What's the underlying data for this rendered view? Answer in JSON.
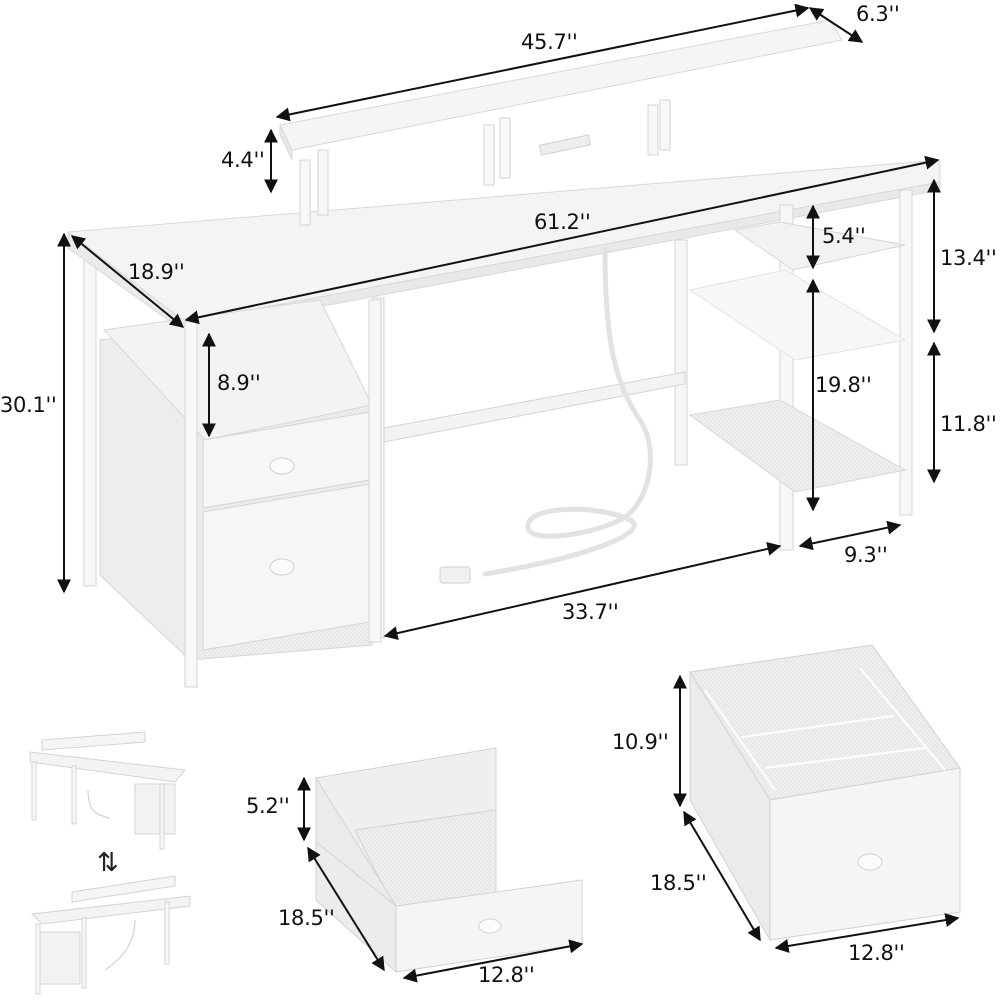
{
  "diagram": {
    "subject": "L-reversible computer desk with monitor stand, side shelves and fabric drawers",
    "colors": {
      "panel": "#f4f4f4",
      "panel_edge": "#dcdcdc",
      "frame": "#fafafa",
      "frame_edge": "#d0d0d0",
      "arrow": "#111111",
      "text": "#111111"
    },
    "desk_dimensions": {
      "monitor_stand_length": "45.7''",
      "monitor_stand_depth": "6.3''",
      "monitor_stand_height": "4.4''",
      "desk_length": "61.2''",
      "desk_depth": "18.9''",
      "desk_height": "30.1''",
      "drawer_shelf_clearance": "8.9''",
      "shelf_top_gap": "5.4''",
      "shelf_upper_section": "13.4''",
      "shelf_lower_span": "19.8''",
      "shelf_lower_section": "11.8''",
      "shelf_width": "9.3''",
      "legroom_width": "33.7''"
    },
    "small_drawer": {
      "height": "5.2''",
      "depth": "18.5''",
      "width": "12.8''"
    },
    "file_drawer": {
      "height": "10.9''",
      "depth": "18.5''",
      "width": "12.8''"
    },
    "reversible_indicator": {
      "icon": "swap-vertical-arrows-icon",
      "glyph": "⇅"
    }
  }
}
